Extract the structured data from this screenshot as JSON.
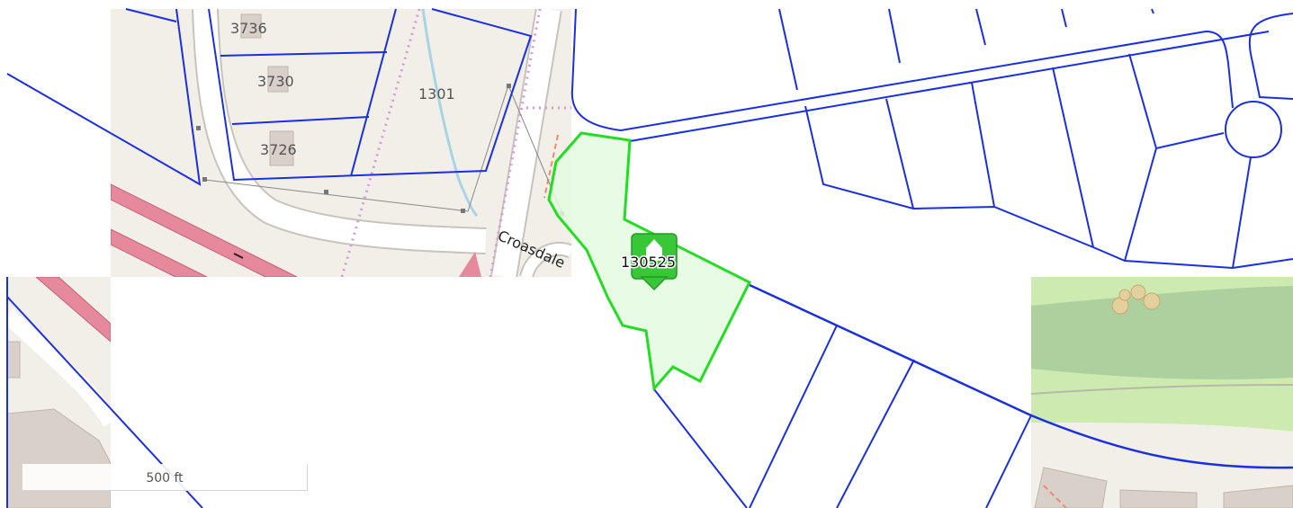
{
  "map": {
    "building_numbers": [
      "3736",
      "3730",
      "3726"
    ],
    "area_number": "1301",
    "road_label": "Croasdale",
    "selected_parcel_id": "130525",
    "scale_label": "500 ft",
    "colors": {
      "parcel_outline": "#1a2fe0",
      "selected_parcel": "#22dd22",
      "selected_fill": "#e4fbe1",
      "basemap_land": "#f2efe9",
      "road": "#ffffff",
      "highway": "#e7899d",
      "building": "#d9d0c9",
      "park_green": "#cdebb0",
      "footpath": "#d49ad8",
      "stream": "#a8d4e6"
    },
    "icons": [
      "home-marker-icon"
    ]
  }
}
